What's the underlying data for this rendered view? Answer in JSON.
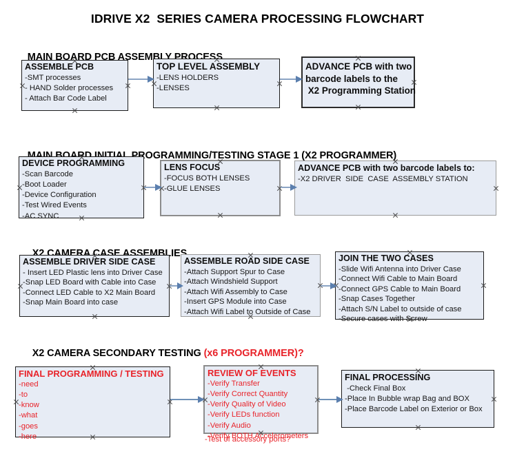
{
  "document": {
    "title": "IDRIVE X2  SERIES CAMERA PROCESSING FLOWCHART",
    "background_color": "#ffffff",
    "box_fill_color": "#e7ecf5",
    "box_border_color": "#1b1b1b",
    "accent_color": "#e8232a",
    "connector_color": "#8ba4c4"
  },
  "sections": [
    {
      "heading": "MAIN BOARD PCB ASSEMBLY PROCESS",
      "heading_accent": "",
      "boxes": [
        {
          "header": "ASSEMBLE PCB",
          "items": [
            "-SMT processes",
            "- HAND Solder processes",
            "- Attach Bar Code Label"
          ]
        },
        {
          "header": "TOP LEVEL ASSEMBLY",
          "items": [
            "-LENS HOLDERS",
            "-LENSES"
          ]
        },
        {
          "header": "ADVANCE PCB with two",
          "items": [
            "barcode labels to the",
            " X2 Programming Station"
          ]
        }
      ]
    },
    {
      "heading": "MAIN BOARD INITIAL PROGRAMMING/TESTING STAGE 1 (X2 PROGRAMMER)",
      "heading_accent": "",
      "boxes": [
        {
          "header": "DEVICE PROGRAMMING",
          "items": [
            "-Scan Barcode",
            "-Boot Loader",
            "-Device Configuration",
            "-Test Wired Events",
            "-AC SYNC"
          ]
        },
        {
          "header": "LENS FOCUS",
          "items": [
            "-FOCUS BOTH LENSES",
            "-GLUE LENSES"
          ]
        },
        {
          "header": "ADVANCE PCB with two barcode labels to:",
          "items": [
            "-X2 DRIVER  SIDE  CASE  ASSEMBLY STATION"
          ]
        }
      ]
    },
    {
      "heading": "X2 CAMERA CASE ASSEMBLIES",
      "heading_accent": "",
      "boxes": [
        {
          "header": "ASSEMBLE DRIVER SIDE CASE",
          "items": [
            "- Insert LED Plastic lens into Driver Case",
            "-Snap LED Board with Cable into Case",
            "-Connect LED Cable to X2 Main Board",
            "-Snap Main Board into case"
          ]
        },
        {
          "header": "ASSEMBLE ROAD SIDE CASE",
          "items": [
            "-Attach Support Spur to Case",
            "-Attach Windshield Support",
            "-Attach Wifi Assembly to Case",
            "-Insert GPS Module into Case",
            "-Attach Wifi Label to Outside of Case"
          ]
        },
        {
          "header": "JOIN THE TWO CASES",
          "items": [
            "-Slide Wifi Antenna into Driver Case",
            "-Connect Wifi Cable to Main Board",
            "-Connect GPS Cable to Main Board",
            "-Snap Cases Together",
            "-Attach S/N Label to outside of case",
            "-Secure cases with Screw"
          ]
        }
      ]
    },
    {
      "heading": "X2 CAMERA SECONDARY TESTING ",
      "heading_accent": "(x6 PROGRAMMER)?",
      "boxes": [
        {
          "header": "FINAL PROGRAMMING / TESTING",
          "items": [
            "-need",
            "-to",
            "-know",
            "-what",
            "-goes",
            "-here"
          ]
        },
        {
          "header": "REVIEW OF EVENTS",
          "items": [
            "-Verify Transfer",
            "-Verify Correct Quantity",
            "-Verify Quality of Video",
            "-Verify LEDs function",
            "-Verify Audio",
            "-Verify BOTH Accelerometers"
          ],
          "overflow_item": "-Test of accessory ports?"
        },
        {
          "header": "FINAL PROCESSING",
          "items": [
            " -Check Final Box",
            "-Place In Bubble wrap Bag and BOX",
            "-Place Barcode Label on Exterior or Box"
          ]
        }
      ]
    }
  ]
}
